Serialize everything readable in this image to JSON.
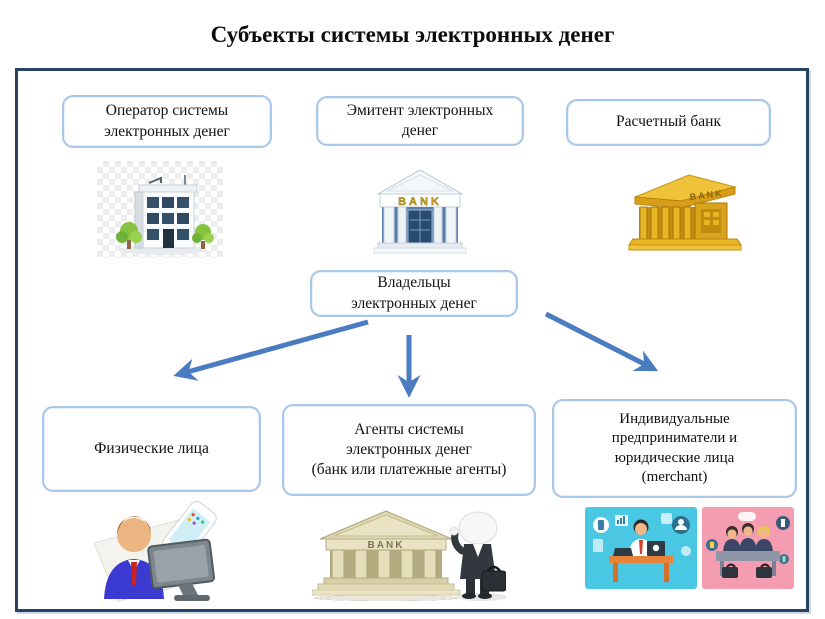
{
  "title": "Субъекты системы электронных денег",
  "diagram": {
    "top_row": [
      {
        "label": "Оператор системы\nэлектронных денег",
        "icon": "office-building-illustration"
      },
      {
        "label": "Эмитент электронных\nденег",
        "icon": "blue-bank-illustration",
        "sign": "BANK"
      },
      {
        "label": "Расчетный банк",
        "icon": "gold-bank-illustration",
        "sign": "BANK"
      }
    ],
    "center": {
      "label": "Владельцы\nэлектронных денег"
    },
    "bottom_row": [
      {
        "label": "Физические лица",
        "icon": "person-computer-phone-illustration"
      },
      {
        "label": "Агенты системы\nэлектронных денег\n(банк или платежные агенты)",
        "icon": "bank-and-businessman-illustration",
        "sign": "BANK"
      },
      {
        "label": "Индивидуальные\nпредприниматели и\nюридические лица\n(merchant)",
        "icon": "office-work-scenes-illustration"
      }
    ],
    "colors": {
      "container_border": "#264361",
      "node_border": "#a9c7e7",
      "arrow": "#4a7cc2",
      "gold_bank": "#d9a41c",
      "scene_cyan": "#49c7e3",
      "scene_pink": "#f49db0"
    }
  }
}
